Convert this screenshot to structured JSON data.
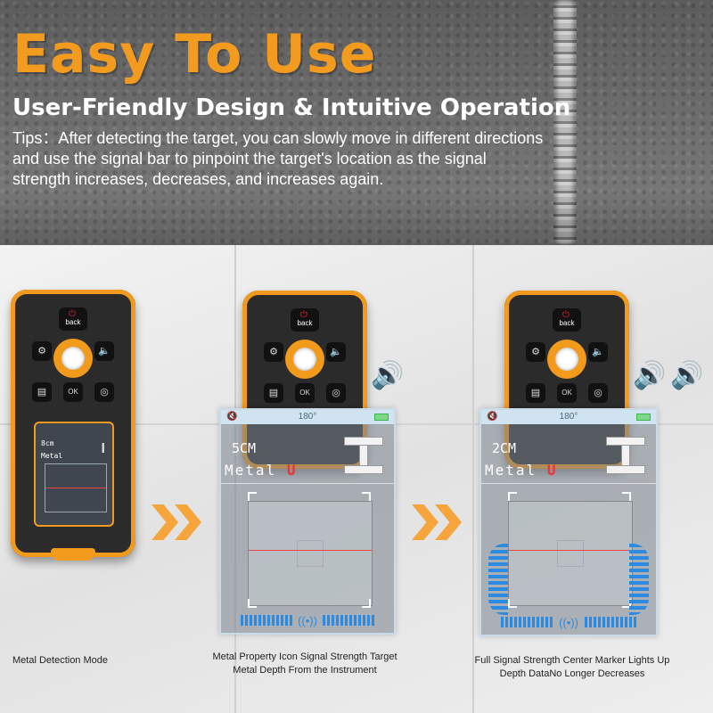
{
  "header": {
    "headline": "Easy To Use",
    "subheading": "User-Friendly Design & Intuitive Operation",
    "tips": "Tips：After detecting the target, you can slowly move in different directions and use the signal bar to pinpoint the target's location as the signal strength increases, decreases, and increases again."
  },
  "device": {
    "back_label": "back",
    "ok_label": "OK",
    "mini_depth": "8cm",
    "mini_metal": "Metal"
  },
  "screens": [
    {
      "angle": "180°",
      "depth": "5CM",
      "metal_label": "Metal"
    },
    {
      "angle": "180°",
      "depth": "2CM",
      "metal_label": "Metal"
    }
  ],
  "captions": {
    "left": "Metal Detection Mode",
    "middle": "Metal Property Icon Signal Strength Target Metal Depth From the Instrument",
    "right": "Full Signal Strength Center Marker Lights Up Depth DataNo Longer Decreases"
  },
  "colors": {
    "accent": "#f39b1f",
    "signal": "#2c8be0",
    "device_body": "#2b2b2b"
  }
}
